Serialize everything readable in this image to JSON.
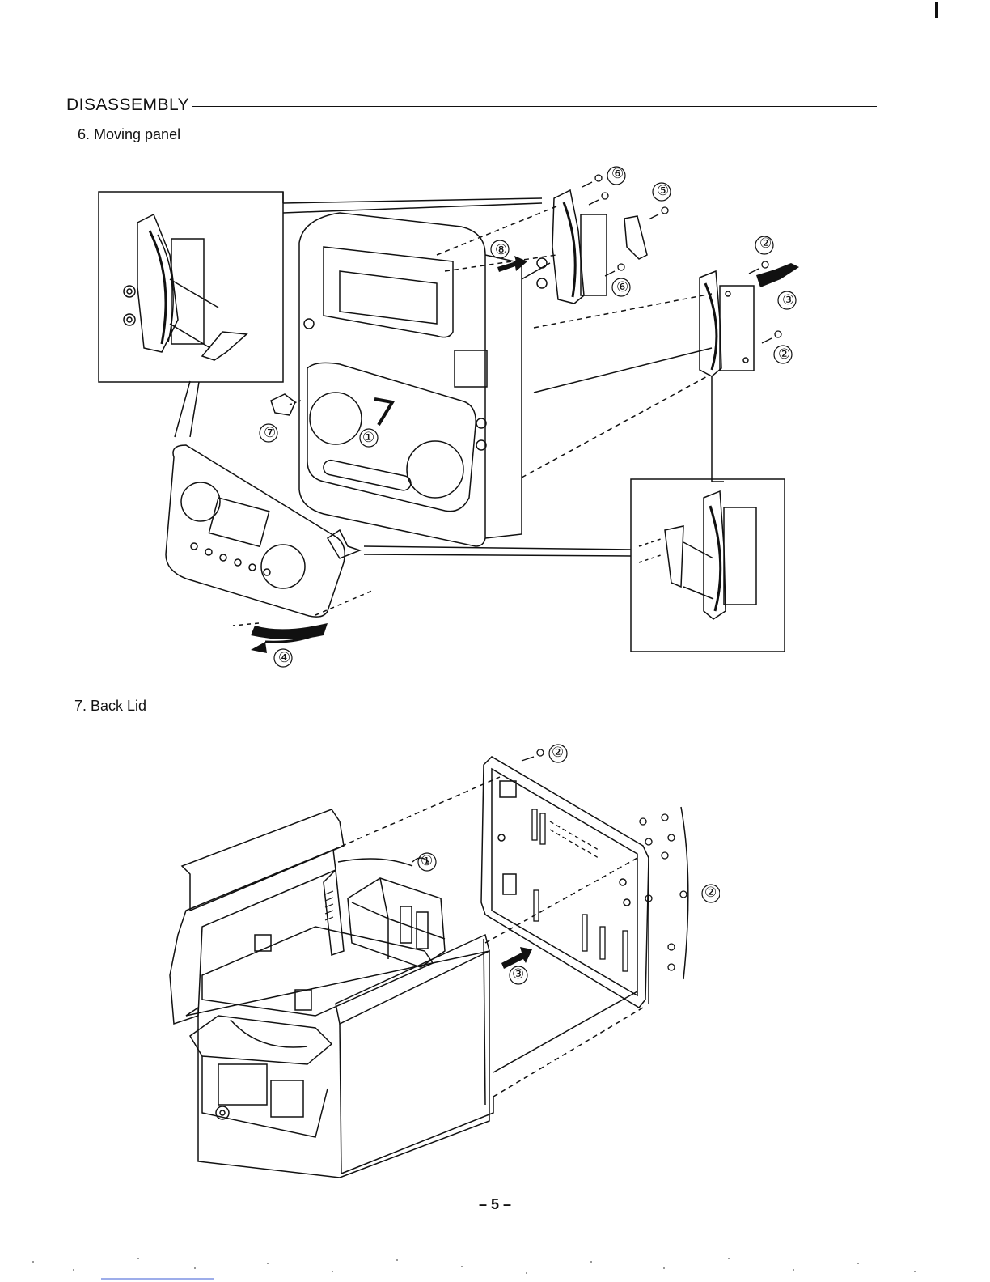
{
  "heading": "DISASSEMBLY",
  "sections": [
    {
      "title": "6. Moving panel",
      "callouts": [
        "①",
        "②",
        "②",
        "③",
        "④",
        "⑤",
        "⑥",
        "⑥",
        "⑦",
        "⑧"
      ]
    },
    {
      "title": "7. Back Lid",
      "callouts": [
        "①",
        "②",
        "②",
        "③"
      ]
    }
  ],
  "page_number": "– 5 –"
}
